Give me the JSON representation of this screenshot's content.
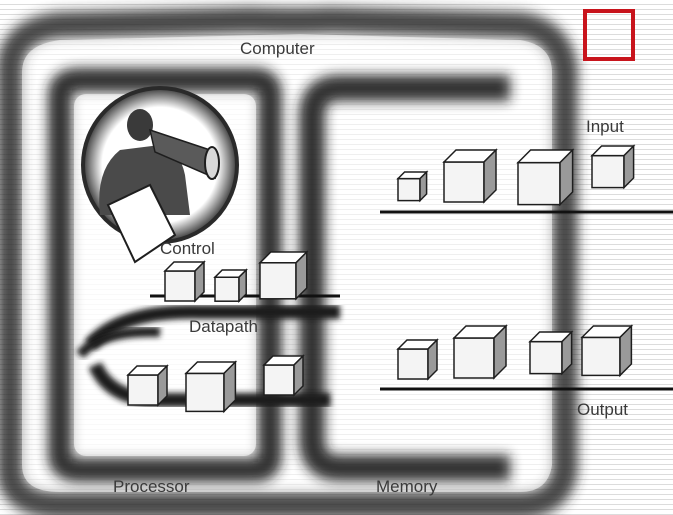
{
  "labels": {
    "computer": "Computer",
    "input": "Input",
    "control": "Control",
    "datapath": "Datapath",
    "output": "Output",
    "processor": "Processor",
    "memory": "Memory"
  },
  "colors": {
    "accent_square": "#c8141c",
    "ink": "#3a3a3a",
    "shadow": "#2a2a2a"
  },
  "icons": {
    "speaker": "person-with-megaphone-icon",
    "boxes": "cube-icon"
  }
}
